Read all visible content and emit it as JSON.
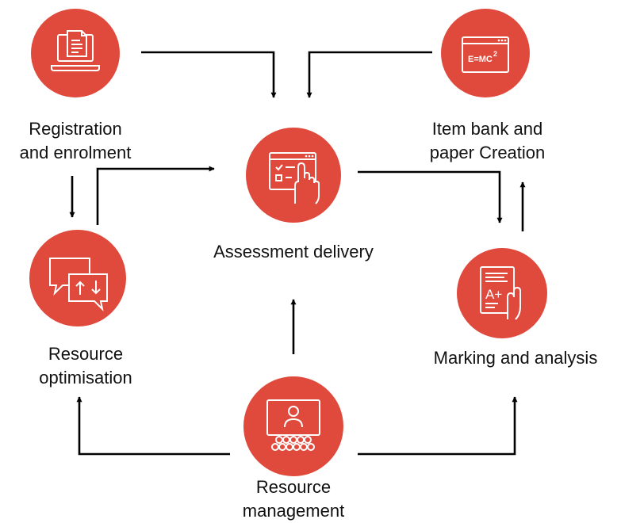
{
  "diagram": {
    "accent_color": "#E04A3C",
    "nodes": {
      "registration": {
        "icon": "laptop-document-icon",
        "label_line1": "Registration",
        "label_line2": "and enrolment"
      },
      "item_bank": {
        "icon": "browser-formula-icon",
        "formula_text": "E=MC",
        "formula_exp": "2",
        "label_line1": "Item bank and",
        "label_line2": "paper Creation"
      },
      "assessment": {
        "icon": "checklist-touch-icon",
        "label": "Assessment delivery"
      },
      "resource_optimisation": {
        "icon": "chat-exchange-icon",
        "label_line1": "Resource",
        "label_line2": "optimisation"
      },
      "marking": {
        "icon": "graded-paper-icon",
        "grade_text": "A+",
        "label": "Marking and analysis"
      },
      "resource_management": {
        "icon": "presenter-audience-icon",
        "label_line1": "Resource",
        "label_line2": "management"
      }
    }
  }
}
